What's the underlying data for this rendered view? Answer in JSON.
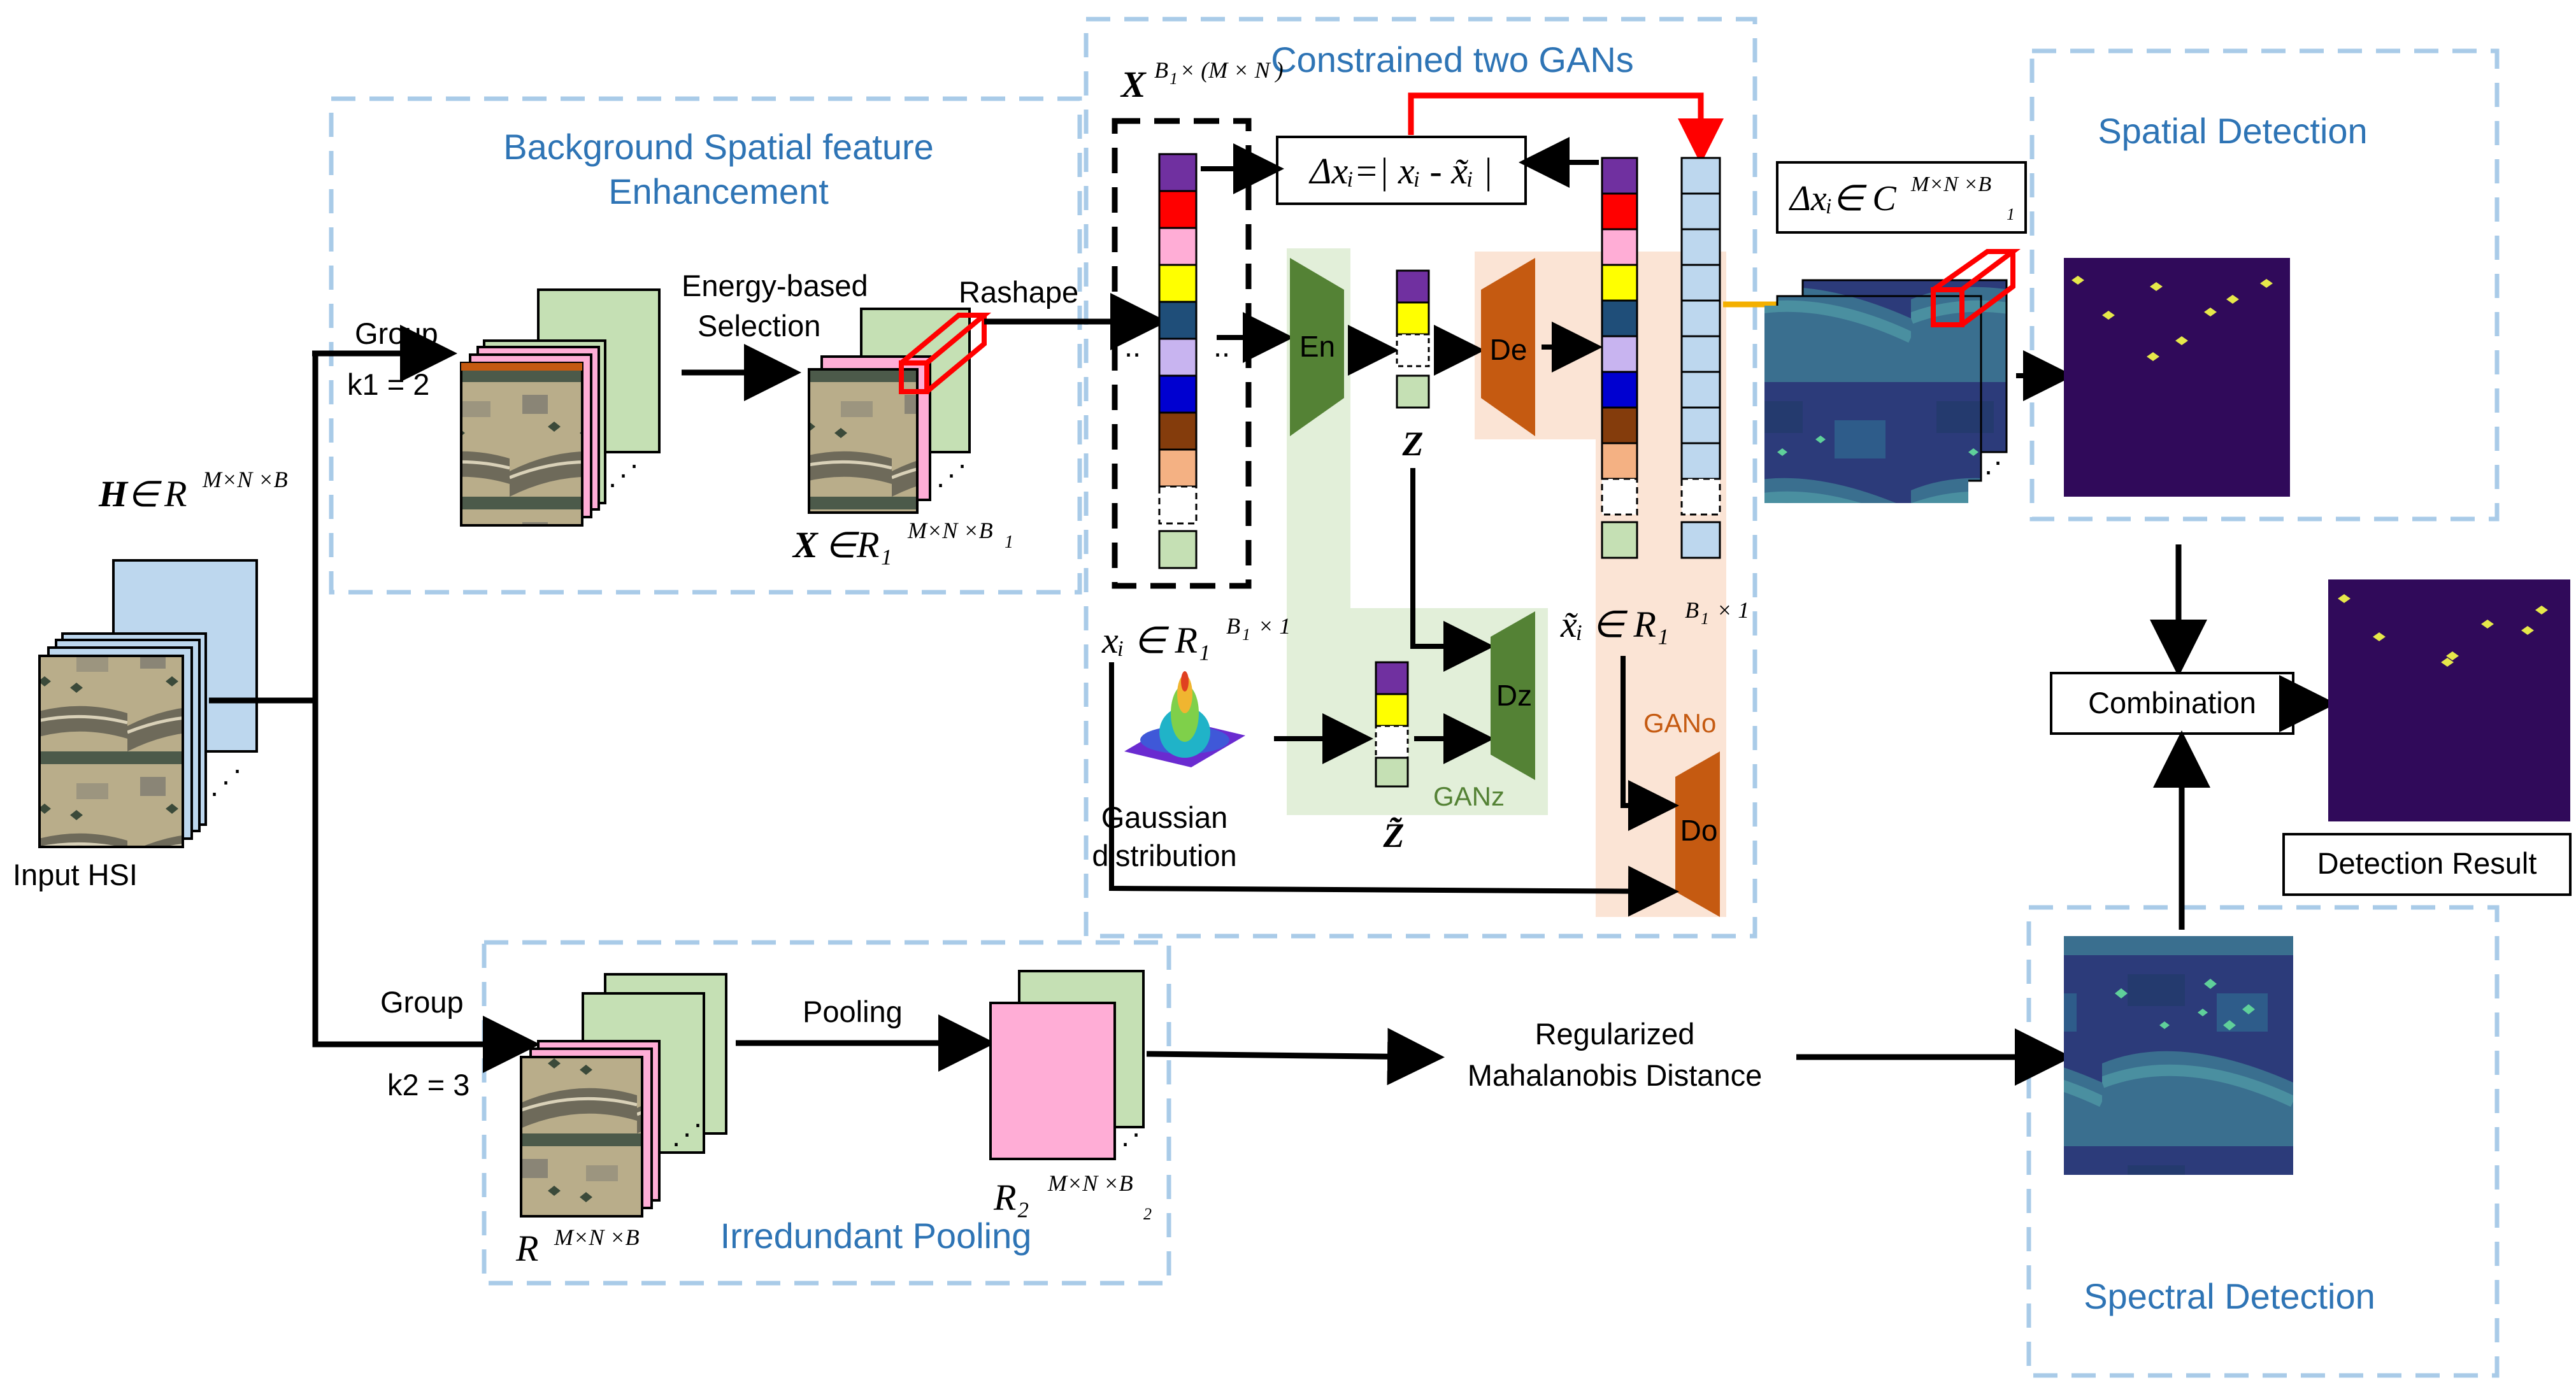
{
  "sections": {
    "bg_enhance_line1": "Background Spatial feature",
    "bg_enhance_line2": "Enhancement",
    "constrained": "Constrained two GANs",
    "spatial_detection": "Spatial Detection",
    "spectral_detection": "Spectral Detection",
    "irredundant_pooling": "Irredundant Pooling"
  },
  "labels": {
    "input_hsi": "Input HSI",
    "group_top": "Group",
    "k1": "k1 = 2",
    "energy_line1": "Energy-based",
    "energy_line2": "Selection",
    "rashape": "Rashape",
    "group_bottom": "Group",
    "k2": "k2 = 3",
    "pooling": "Pooling",
    "regularized_line1": "Regularized",
    "regularized_line2": "Mahalanobis Distance",
    "gaussian_line1": "Gaussian",
    "gaussian_line2": "distribution",
    "combination": "Combination",
    "detection_result": "Detection Result",
    "ganz": "GANz",
    "gano": "GANo",
    "dots": "..",
    "ellipsis": ".",
    "z": "Z",
    "z_tilde": "Z̃"
  },
  "modules": {
    "encoder": "En",
    "decoder": "De",
    "disc_z": "Dz",
    "disc_o": "Do"
  },
  "math": {
    "H_main": "H",
    "H_sup": "M×N ×B",
    "X_main": "X",
    "X_sup": "M×N ×B",
    "X_subsup": "1",
    "XB_main": "X",
    "XB_sup": "B",
    "XB_sup_sub": "1",
    "XB_sup_rest": "× (M × N )",
    "delta_eq": "Δxᵢ=| xᵢ - x̃ᵢ |",
    "delta_c": "Δxᵢ∈ C",
    "delta_c_sup": "M×N ×B",
    "delta_c_subsup": "1",
    "xi_main": "xᵢ ∈ R₁",
    "xi_sup": "B",
    "xi_sup_sub": "1",
    "xi_sup_rest": "× 1",
    "xtil_main": "x̃ᵢ ∈ R₁",
    "xtil_sup": "B",
    "xtil_sup_sub": "1",
    "xtil_sup_rest": "× 1",
    "R_main": "R",
    "R_sup": "M×N ×B",
    "R2_main": "R₂",
    "R2_sup": "M×N ×B",
    "R2_subsup": "2",
    "elem_of": "∈",
    "R_symbol": "R",
    "R1_symbol": "R₁"
  },
  "colors": {
    "dashed_section": "#a9cbe8",
    "section_title": "#2e74b5",
    "green_module": "#548235",
    "orange_module": "#c55a11",
    "green_bg": "#e2efd9",
    "orange_bg": "#fbe4d5",
    "red_arrow": "#ff0000",
    "orange_arrow": "#f4b000",
    "heatmap_bg": "#300a5a",
    "vector_cells": [
      "#7030a0",
      "#ff0000",
      "#ffadd6",
      "#ffff00",
      "#1f4e79",
      "#c8b4f0",
      "#0000d0",
      "#843c0c",
      "#f4b183",
      "#ffffff",
      "#c5e0b4"
    ],
    "recon_cells": [
      "#7030a0",
      "#ff0000",
      "#ffadd6",
      "#ffff00",
      "#1f4e79",
      "#c8b4f0",
      "#0000d0",
      "#843c0c",
      "#f4b183",
      "#ffffff",
      "#c5e0b4"
    ],
    "light_blue_vector": "#bdd7ee"
  }
}
